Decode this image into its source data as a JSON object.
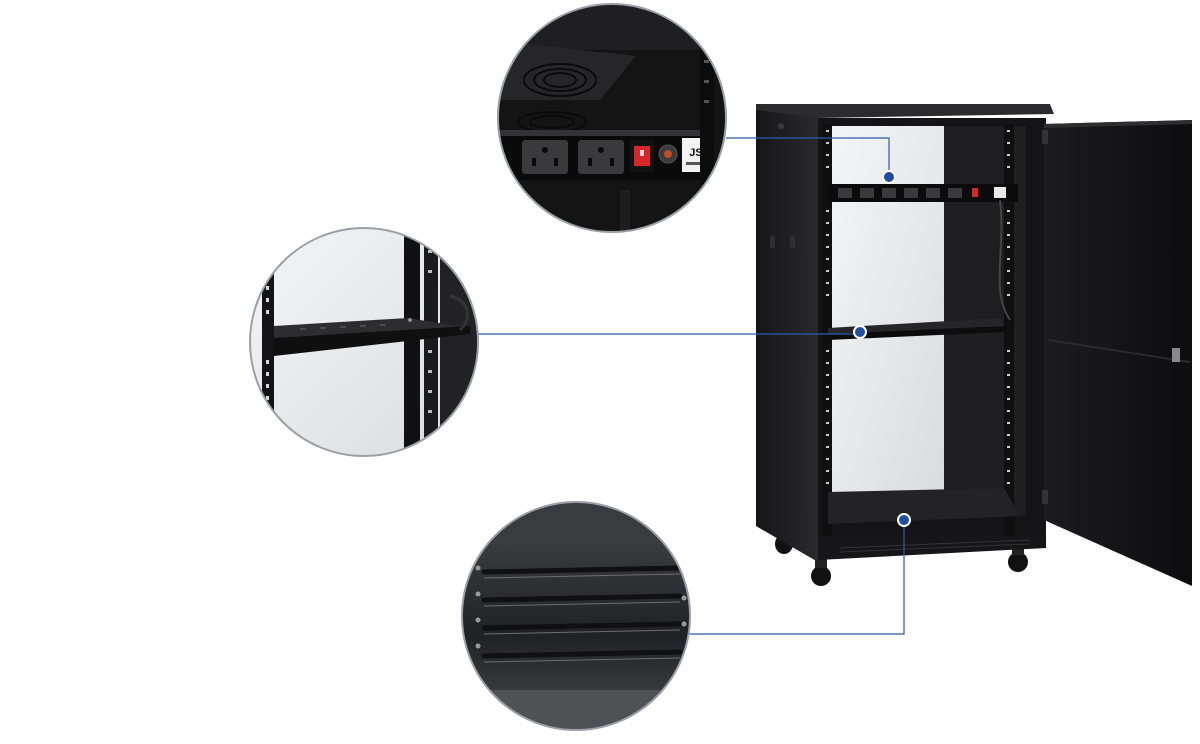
{
  "colors": {
    "background": "#ffffff",
    "cabinet": "#1b1b1d",
    "cabinet_edge": "#2c2c2f",
    "glass": "#e9ebec",
    "callout_line": "#2a5ca8",
    "callout_dot": "#1f4ea3",
    "circle_border": "#9aa0a6",
    "switch_red": "#d8262c"
  },
  "callouts": [
    {
      "name": "pdu-detail",
      "icon": "power-strip"
    },
    {
      "name": "shelf-detail",
      "icon": "tray-shelf"
    },
    {
      "name": "base-detail",
      "icon": "vented-base-plate"
    }
  ],
  "pdu_logo": {
    "mark": "JS"
  }
}
